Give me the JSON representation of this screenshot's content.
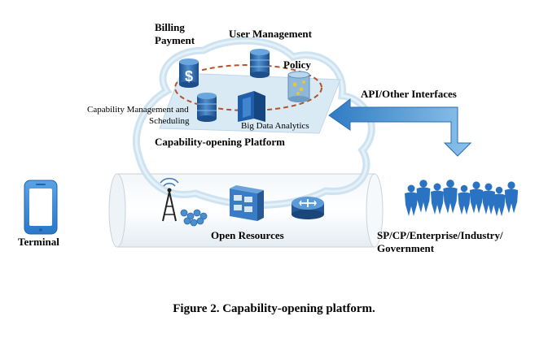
{
  "labels": {
    "billing": "Billing",
    "payment": "Payment",
    "user_management": "User Management",
    "policy": "Policy",
    "capability_management_1": "Capability Management and",
    "capability_management_2": "Scheduling",
    "big_data": "Big Data Analytics",
    "platform": "Capability-opening Platform",
    "api": "API/Other Interfaces",
    "terminal": "Terminal",
    "open_resources": "Open Resources",
    "sp_1": "SP/CP/Enterprise/Industry/",
    "sp_2": "Government"
  },
  "caption": "Figure 2. Capability-opening platform.",
  "colors": {
    "cloud": "#c9e0ef",
    "platform": "#d7e8f5",
    "arrow": "#3a86c8",
    "people": "#2a73c2",
    "dashed": "#b5522b",
    "cylinder": "#2d6db3",
    "phone": "#2f80d0"
  },
  "icons": [
    "dollar-database-icon",
    "database-icon",
    "policy-database-icon",
    "server-icon",
    "cell-tower-icon",
    "network-nodes-icon",
    "switch-icon",
    "router-icon",
    "smartphone-icon",
    "people-group-icon"
  ]
}
